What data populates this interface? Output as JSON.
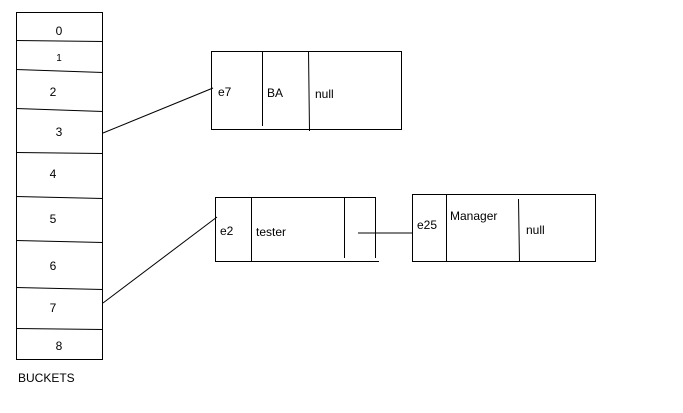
{
  "buckets": {
    "caption": "BUCKETS",
    "labels": [
      "0",
      "1",
      "2",
      "3",
      "4",
      "5",
      "6",
      "7",
      "8"
    ]
  },
  "nodes": {
    "node_e7": {
      "key": "e7",
      "value": "BA",
      "next": "null"
    },
    "node_e2": {
      "key": "e2",
      "value": "tester",
      "next": ""
    },
    "node_e25": {
      "key": "e25",
      "value": "Manager",
      "next": "null"
    }
  }
}
